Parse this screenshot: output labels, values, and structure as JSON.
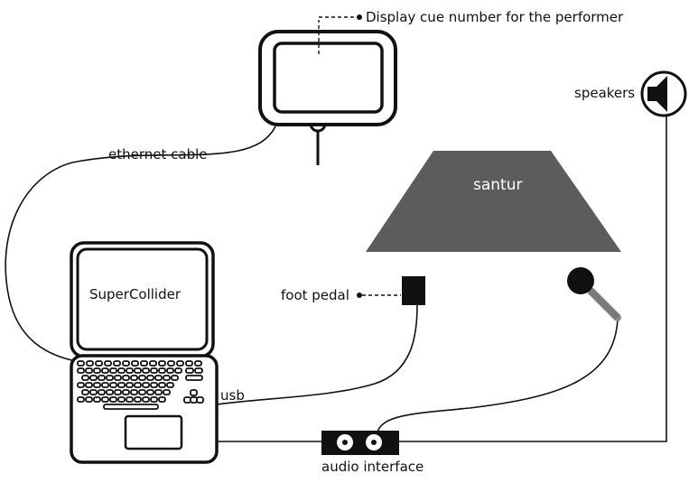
{
  "labels": {
    "display_cue": "Display cue number for the performer",
    "ethernet": "ethernet  cable",
    "speakers": "speakers",
    "santur": "santur",
    "supercollider": "SuperCollider",
    "foot_pedal": "foot pedal",
    "usb": "usb",
    "audio_interface": "audio interface"
  },
  "colors": {
    "line": "#111111",
    "santur_fill": "#5c5c5c",
    "santur_text": "#ffffff",
    "mic_stand": "#8c8c8c"
  },
  "icons": [
    "tablet-display-icon",
    "speaker-icon",
    "laptop-icon",
    "foot-pedal-icon",
    "microphone-icon",
    "audio-interface-icon"
  ]
}
